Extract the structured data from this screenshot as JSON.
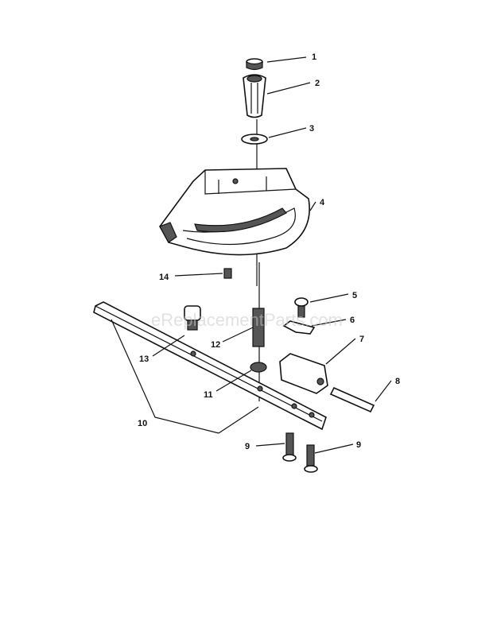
{
  "watermark": "eReplacementParts.com",
  "colors": {
    "line": "#111111",
    "background": "#ffffff",
    "watermark": "#c8c8c8"
  },
  "callouts": [
    "1",
    "2",
    "3",
    "4",
    "14",
    "5",
    "6",
    "12",
    "13",
    "7",
    "8",
    "11",
    "10",
    "9",
    "9"
  ]
}
